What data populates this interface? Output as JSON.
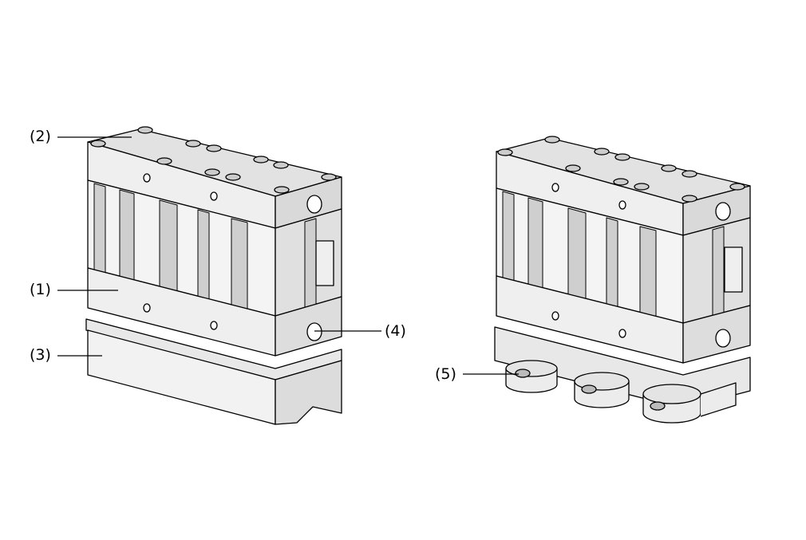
{
  "callouts": [
    {
      "id": "1",
      "label": "(1)"
    },
    {
      "id": "2",
      "label": "(2)"
    },
    {
      "id": "3",
      "label": "(3)"
    },
    {
      "id": "4",
      "label": "(4)"
    },
    {
      "id": "5",
      "label": "(5)"
    }
  ],
  "colors": {
    "line": "#000000",
    "face_front": "#efefef",
    "face_top": "#e2e2e2",
    "face_side": "#d9d9d9",
    "slot_dark": "#bdbdbd",
    "background": "#ffffff"
  }
}
